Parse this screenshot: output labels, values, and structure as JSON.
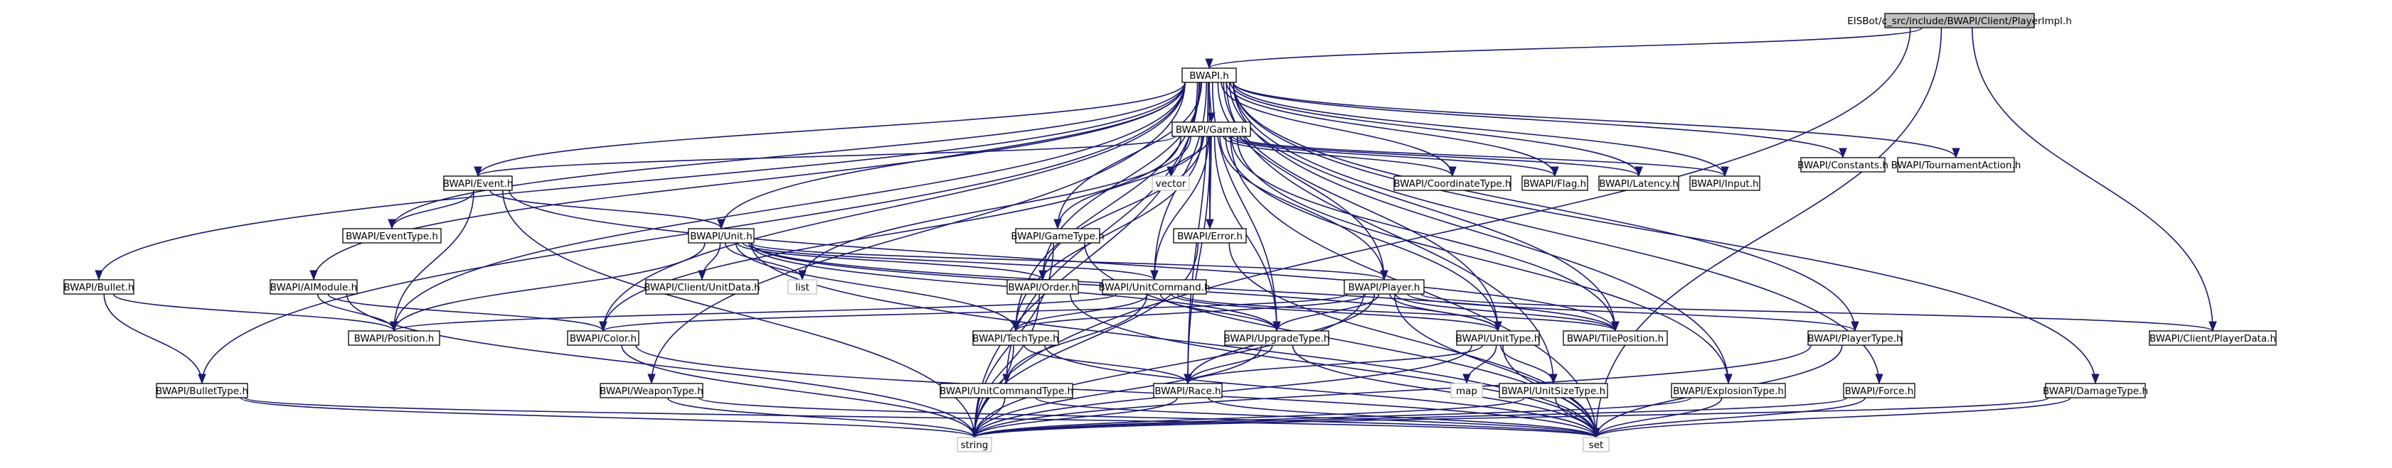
{
  "graph": {
    "nodes": [
      {
        "id": "root",
        "label": "EISBot/c_src/include/BWAPI/Client/PlayerImpl.h",
        "root": true
      },
      {
        "id": "bwapi",
        "label": "BWAPI.h"
      },
      {
        "id": "game",
        "label": "BWAPI/Game.h"
      },
      {
        "id": "constants",
        "label": "BWAPI/Constants.h"
      },
      {
        "id": "tournament",
        "label": "BWAPI/TournamentAction.h"
      },
      {
        "id": "vector",
        "label": "vector",
        "plain": true
      },
      {
        "id": "coordtype",
        "label": "BWAPI/CoordinateType.h"
      },
      {
        "id": "flag",
        "label": "BWAPI/Flag.h"
      },
      {
        "id": "latency",
        "label": "BWAPI/Latency.h"
      },
      {
        "id": "input",
        "label": "BWAPI/Input.h"
      },
      {
        "id": "event",
        "label": "BWAPI/Event.h"
      },
      {
        "id": "eventtype",
        "label": "BWAPI/EventType.h"
      },
      {
        "id": "gametype",
        "label": "BWAPI/GameType.h"
      },
      {
        "id": "error",
        "label": "BWAPI/Error.h"
      },
      {
        "id": "unit",
        "label": "BWAPI/Unit.h"
      },
      {
        "id": "unitdata",
        "label": "BWAPI/Client/UnitData.h"
      },
      {
        "id": "list",
        "label": "list",
        "plain": true
      },
      {
        "id": "order",
        "label": "BWAPI/Order.h"
      },
      {
        "id": "unitcommand",
        "label": "BWAPI/UnitCommand.h"
      },
      {
        "id": "player",
        "label": "BWAPI/Player.h"
      },
      {
        "id": "bullet",
        "label": "BWAPI/Bullet.h"
      },
      {
        "id": "aimodule",
        "label": "BWAPI/AIModule.h"
      },
      {
        "id": "position",
        "label": "BWAPI/Position.h"
      },
      {
        "id": "color",
        "label": "BWAPI/Color.h"
      },
      {
        "id": "techtype",
        "label": "BWAPI/TechType.h"
      },
      {
        "id": "upgradetype",
        "label": "BWAPI/UpgradeType.h"
      },
      {
        "id": "unittype",
        "label": "BWAPI/UnitType.h"
      },
      {
        "id": "tileposition",
        "label": "BWAPI/TilePosition.h"
      },
      {
        "id": "playertype",
        "label": "BWAPI/PlayerType.h"
      },
      {
        "id": "playerdata",
        "label": "BWAPI/Client/PlayerData.h"
      },
      {
        "id": "bullettype",
        "label": "BWAPI/BulletType.h"
      },
      {
        "id": "weapontype",
        "label": "BWAPI/WeaponType.h"
      },
      {
        "id": "unitcommandtype",
        "label": "BWAPI/UnitCommandType.h"
      },
      {
        "id": "race",
        "label": "BWAPI/Race.h"
      },
      {
        "id": "map",
        "label": "map",
        "plain": true
      },
      {
        "id": "unitsizetype",
        "label": "BWAPI/UnitSizeType.h"
      },
      {
        "id": "explosiontype",
        "label": "BWAPI/ExplosionType.h"
      },
      {
        "id": "force",
        "label": "BWAPI/Force.h"
      },
      {
        "id": "damagetype",
        "label": "BWAPI/DamageType.h"
      },
      {
        "id": "string",
        "label": "string",
        "plain": true
      },
      {
        "id": "set",
        "label": "set",
        "plain": true
      }
    ],
    "edges": [
      [
        "root",
        "bwapi"
      ],
      [
        "root",
        "playerdata"
      ],
      [
        "root",
        "set"
      ],
      [
        "root",
        "string"
      ],
      [
        "bwapi",
        "game"
      ],
      [
        "bwapi",
        "constants"
      ],
      [
        "bwapi",
        "tournament"
      ],
      [
        "bwapi",
        "coordtype"
      ],
      [
        "bwapi",
        "flag"
      ],
      [
        "bwapi",
        "latency"
      ],
      [
        "bwapi",
        "input"
      ],
      [
        "bwapi",
        "event"
      ],
      [
        "bwapi",
        "eventtype"
      ],
      [
        "bwapi",
        "gametype"
      ],
      [
        "bwapi",
        "error"
      ],
      [
        "bwapi",
        "unit"
      ],
      [
        "bwapi",
        "order"
      ],
      [
        "bwapi",
        "unitcommand"
      ],
      [
        "bwapi",
        "player"
      ],
      [
        "bwapi",
        "bullet"
      ],
      [
        "bwapi",
        "aimodule"
      ],
      [
        "bwapi",
        "position"
      ],
      [
        "bwapi",
        "color"
      ],
      [
        "bwapi",
        "techtype"
      ],
      [
        "bwapi",
        "upgradetype"
      ],
      [
        "bwapi",
        "unittype"
      ],
      [
        "bwapi",
        "tileposition"
      ],
      [
        "bwapi",
        "playertype"
      ],
      [
        "bwapi",
        "bullettype"
      ],
      [
        "bwapi",
        "weapontype"
      ],
      [
        "bwapi",
        "unitcommandtype"
      ],
      [
        "bwapi",
        "race"
      ],
      [
        "bwapi",
        "unitsizetype"
      ],
      [
        "bwapi",
        "explosiontype"
      ],
      [
        "bwapi",
        "force"
      ],
      [
        "bwapi",
        "damagetype"
      ],
      [
        "bwapi",
        "string"
      ],
      [
        "game",
        "vector"
      ],
      [
        "game",
        "coordtype"
      ],
      [
        "game",
        "flag"
      ],
      [
        "game",
        "latency"
      ],
      [
        "game",
        "input"
      ],
      [
        "game",
        "event"
      ],
      [
        "game",
        "gametype"
      ],
      [
        "game",
        "error"
      ],
      [
        "game",
        "list"
      ],
      [
        "game",
        "color"
      ],
      [
        "game",
        "upgradetype"
      ],
      [
        "game",
        "unittype"
      ],
      [
        "game",
        "tileposition"
      ],
      [
        "game",
        "race"
      ],
      [
        "game",
        "set"
      ],
      [
        "game",
        "order"
      ],
      [
        "game",
        "unitcommand"
      ],
      [
        "game",
        "techtype"
      ],
      [
        "game",
        "player"
      ],
      [
        "game",
        "explosiontype"
      ],
      [
        "event",
        "eventtype"
      ],
      [
        "event",
        "unit"
      ],
      [
        "event",
        "position"
      ],
      [
        "event",
        "string"
      ],
      [
        "event",
        "tileposition"
      ],
      [
        "gametype",
        "string"
      ],
      [
        "gametype",
        "set"
      ],
      [
        "error",
        "string"
      ],
      [
        "error",
        "set"
      ],
      [
        "unit",
        "unitdata"
      ],
      [
        "unit",
        "list"
      ],
      [
        "unit",
        "order"
      ],
      [
        "unit",
        "unitcommand"
      ],
      [
        "unit",
        "player"
      ],
      [
        "unit",
        "position"
      ],
      [
        "unit",
        "techtype"
      ],
      [
        "unit",
        "upgradetype"
      ],
      [
        "unit",
        "unittype"
      ],
      [
        "unit",
        "tileposition"
      ],
      [
        "unit",
        "set"
      ],
      [
        "order",
        "string"
      ],
      [
        "order",
        "set"
      ],
      [
        "unitcommand",
        "unitcommandtype"
      ],
      [
        "unitcommand",
        "techtype"
      ],
      [
        "unitcommand",
        "upgradetype"
      ],
      [
        "unitcommand",
        "unittype"
      ],
      [
        "unitcommand",
        "position"
      ],
      [
        "unitcommand",
        "tileposition"
      ],
      [
        "player",
        "color"
      ],
      [
        "player",
        "techtype"
      ],
      [
        "player",
        "upgradetype"
      ],
      [
        "player",
        "unittype"
      ],
      [
        "player",
        "tileposition"
      ],
      [
        "player",
        "playertype"
      ],
      [
        "player",
        "race"
      ],
      [
        "player",
        "string"
      ],
      [
        "player",
        "set"
      ],
      [
        "player",
        "playerdata"
      ],
      [
        "bullet",
        "position"
      ],
      [
        "bullet",
        "bullettype"
      ],
      [
        "aimodule",
        "position"
      ],
      [
        "aimodule",
        "color"
      ],
      [
        "aimodule",
        "string"
      ],
      [
        "color",
        "string"
      ],
      [
        "color",
        "set"
      ],
      [
        "techtype",
        "race"
      ],
      [
        "techtype",
        "string"
      ],
      [
        "techtype",
        "set"
      ],
      [
        "upgradetype",
        "race"
      ],
      [
        "upgradetype",
        "string"
      ],
      [
        "upgradetype",
        "set"
      ],
      [
        "unittype",
        "race"
      ],
      [
        "unittype",
        "map"
      ],
      [
        "unittype",
        "unitsizetype"
      ],
      [
        "unittype",
        "string"
      ],
      [
        "unittype",
        "set"
      ],
      [
        "playertype",
        "string"
      ],
      [
        "playertype",
        "set"
      ],
      [
        "bullettype",
        "string"
      ],
      [
        "bullettype",
        "set"
      ],
      [
        "weapontype",
        "string"
      ],
      [
        "weapontype",
        "set"
      ],
      [
        "unitcommandtype",
        "string"
      ],
      [
        "unitcommandtype",
        "set"
      ],
      [
        "race",
        "string"
      ],
      [
        "race",
        "set"
      ],
      [
        "unitsizetype",
        "string"
      ],
      [
        "unitsizetype",
        "set"
      ],
      [
        "explosiontype",
        "string"
      ],
      [
        "explosiontype",
        "set"
      ],
      [
        "force",
        "string"
      ],
      [
        "force",
        "set"
      ],
      [
        "damagetype",
        "string"
      ],
      [
        "damagetype",
        "set"
      ]
    ]
  }
}
